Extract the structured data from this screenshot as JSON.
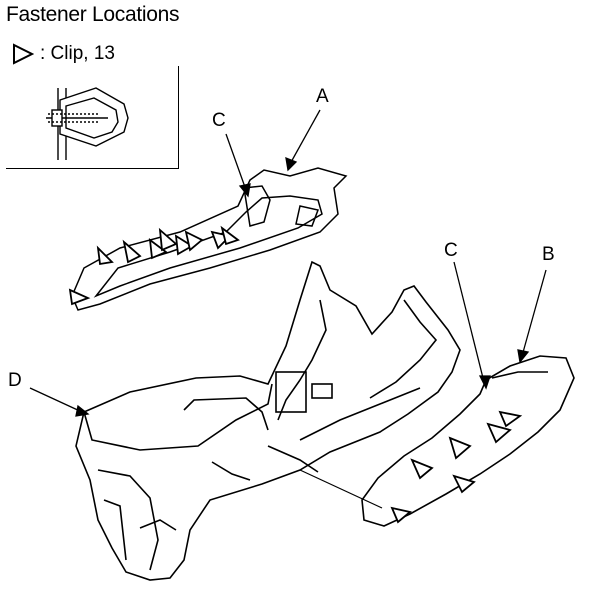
{
  "title": "Fastener Locations",
  "legend": {
    "symbol_icon": "outline-triangle-icon",
    "text": ": Clip, 13"
  },
  "callouts": {
    "a": "A",
    "b": "B",
    "c_upper": "C",
    "c_lower": "C",
    "d": "D"
  }
}
